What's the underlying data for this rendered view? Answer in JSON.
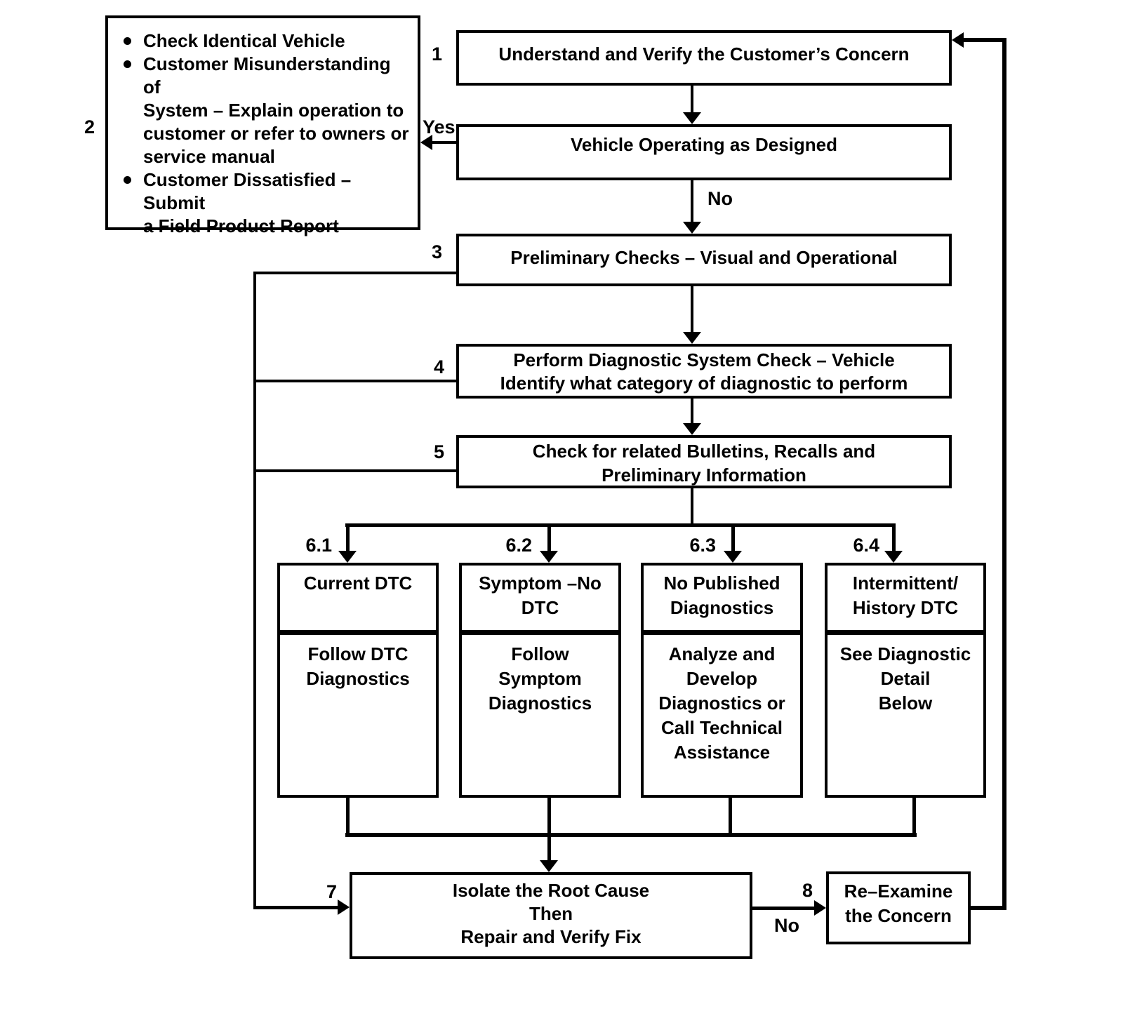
{
  "colors": {
    "ink": "#000000",
    "paper": "#ffffff"
  },
  "flow": {
    "step1": {
      "num": "1",
      "text": "Understand and Verify the Customer’s Concern"
    },
    "step2": {
      "num": "2",
      "bullets": [
        [
          "Check Identical Vehicle"
        ],
        [
          "Customer Misunderstanding of",
          "System – Explain operation to",
          "customer or refer to owners or",
          "service manual"
        ],
        [
          "Customer Dissatisfied – Submit",
          "a Field Product Report"
        ]
      ]
    },
    "decision": {
      "text": "Vehicle Operating as Designed",
      "yes_label": "Yes",
      "no_label": "No"
    },
    "step3": {
      "num": "3",
      "text": "Preliminary Checks – Visual and Operational"
    },
    "step4": {
      "num": "4",
      "lines": [
        "Perform Diagnostic System Check – Vehicle",
        "Identify what category of diagnostic to perform"
      ]
    },
    "step5": {
      "num": "5",
      "lines": [
        "Check for related Bulletins, Recalls and",
        "Preliminary Information"
      ]
    },
    "branch61": {
      "num": "6.1",
      "header": [
        "Current DTC"
      ],
      "body": [
        "Follow DTC",
        "Diagnostics"
      ]
    },
    "branch62": {
      "num": "6.2",
      "header": [
        "Symptom –No",
        "DTC"
      ],
      "body": [
        "Follow",
        "Symptom",
        "Diagnostics"
      ]
    },
    "branch63": {
      "num": "6.3",
      "header": [
        "No Published",
        "Diagnostics"
      ],
      "body": [
        "Analyze and",
        "Develop",
        "Diagnostics or",
        "Call Technical",
        "Assistance"
      ]
    },
    "branch64": {
      "num": "6.4",
      "header": [
        "Intermittent/",
        "History DTC"
      ],
      "body": [
        "See Diagnostic",
        "Detail",
        "Below"
      ]
    },
    "step7": {
      "num": "7",
      "lines": [
        "Isolate the Root Cause",
        "Then",
        "Repair and Verify Fix"
      ]
    },
    "step8": {
      "num": "8",
      "no_label": "No",
      "lines": [
        "Re–Examine",
        "the Concern"
      ]
    }
  }
}
